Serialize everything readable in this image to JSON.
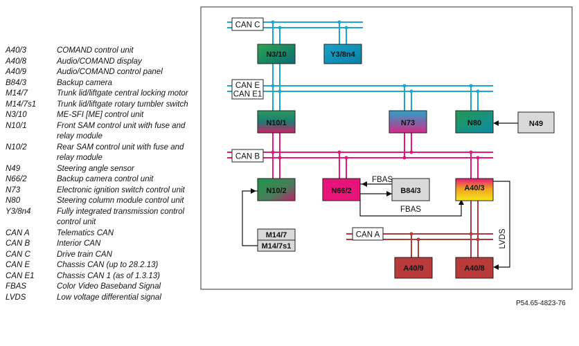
{
  "legend": [
    {
      "code": "A40/3",
      "desc": "COMAND control unit"
    },
    {
      "code": "A40/8",
      "desc": "Audio/COMAND display"
    },
    {
      "code": "A40/9",
      "desc": "Audio/COMAND control panel"
    },
    {
      "code": "B84/3",
      "desc": "Backup camera"
    },
    {
      "code": "M14/7",
      "desc": "Trunk lid/liftgate central locking motor"
    },
    {
      "code": "M14/7s1",
      "desc": "Trunk lid/liftgate rotary tumbler switch"
    },
    {
      "code": "N3/10",
      "desc": "ME-SFI [ME] control unit"
    },
    {
      "code": "N10/1",
      "desc": "Front SAM control unit with fuse and relay module"
    },
    {
      "code": "N10/2",
      "desc": "Rear SAM control unit with fuse and relay module"
    },
    {
      "code": "N49",
      "desc": "Steering angle sensor"
    },
    {
      "code": "N66/2",
      "desc": "Backup camera control unit"
    },
    {
      "code": "N73",
      "desc": "Electronic ignition switch control unit"
    },
    {
      "code": "N80",
      "desc": "Steering column module control unit"
    },
    {
      "code": "Y3/8n4",
      "desc": "Fully integrated transmission control control unit"
    },
    {
      "code": "CAN A",
      "desc": "Telematics CAN"
    },
    {
      "code": "CAN B",
      "desc": "Interior CAN"
    },
    {
      "code": "CAN C",
      "desc": "Drive train CAN"
    },
    {
      "code": "CAN E",
      "desc": "Chassis CAN (up to 28.2.13)"
    },
    {
      "code": "CAN E1",
      "desc": "Chassis CAN 1 (as of 1.3.13)"
    },
    {
      "code": "FBAS",
      "desc": "Color Video Baseband Signal"
    },
    {
      "code": "LVDS",
      "desc": "Low voltage differential signal"
    }
  ],
  "diagram": {
    "bus_labels": {
      "can_c": "CAN C",
      "can_e": "CAN E",
      "can_e1": "CAN E1",
      "can_b": "CAN B",
      "can_a": "CAN A"
    },
    "modules": {
      "n3_10": "N3/10",
      "y3_8n4": "Y3/8n4",
      "n10_1": "N10/1",
      "n73": "N73",
      "n80": "N80",
      "n49": "N49",
      "n10_2": "N10/2",
      "n66_2": "N66/2",
      "b84_3": "B84/3",
      "a40_3": "A40/3",
      "m14_7": "M14/7",
      "m14_7s1": "M14/7s1",
      "a40_9": "A40/9",
      "a40_8": "A40/8"
    },
    "signals": {
      "fbas_top": "FBAS",
      "fbas_bottom": "FBAS",
      "lvds": "LVDS"
    }
  },
  "figure_ref": "P54.65-4823-76",
  "colors": {
    "can_c": "#1aa6cf",
    "can_e": "#1aa6cf",
    "can_b": "#e8147a",
    "can_a": "#b03a3a"
  }
}
